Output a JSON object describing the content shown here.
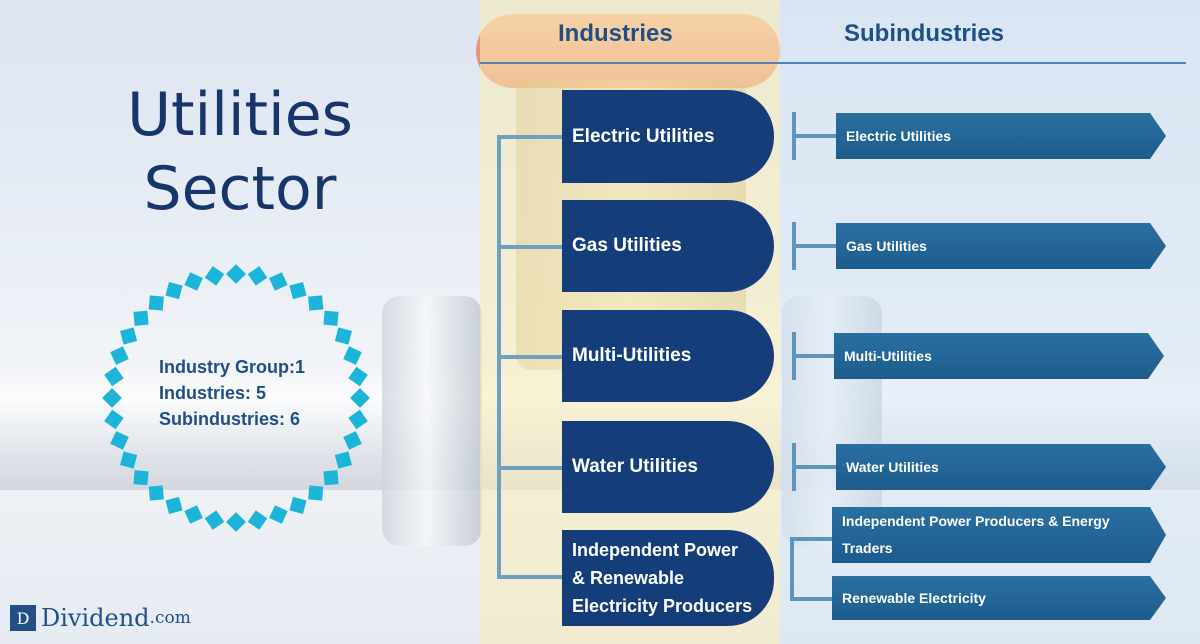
{
  "title_line1": "Utilities",
  "title_line2": "Sector",
  "headers": {
    "industries": "Industries",
    "subindustries": "Subindustries"
  },
  "stats": [
    "Industry Group:1",
    "Industries: 5",
    "Subindustries: 6"
  ],
  "industries": [
    {
      "label": "Electric Utilities",
      "subindustries": [
        "Electric Utilities"
      ]
    },
    {
      "label": "Gas Utilities",
      "subindustries": [
        "Gas Utilities"
      ]
    },
    {
      "label": "Multi-Utilities",
      "subindustries": [
        "Multi-Utilities"
      ]
    },
    {
      "label": "Water Utilities",
      "subindustries": [
        "Water Utilities"
      ]
    },
    {
      "label": "Independent Power & Renewable Electricity Producers",
      "label_lines": [
        "Independent Power",
        "& Renewable",
        "Electricity Producers"
      ],
      "subindustries": [
        "Independent Power Producers & Energy Traders",
        "Renewable Electricity"
      ]
    }
  ],
  "logo": {
    "badge": "D",
    "name": "Dividend",
    "suffix": ".com"
  },
  "colors": {
    "navy": "#143d7a",
    "sub_blue": "#1d5c8d",
    "burst": "#1cb4d8",
    "title": "#17346b"
  }
}
